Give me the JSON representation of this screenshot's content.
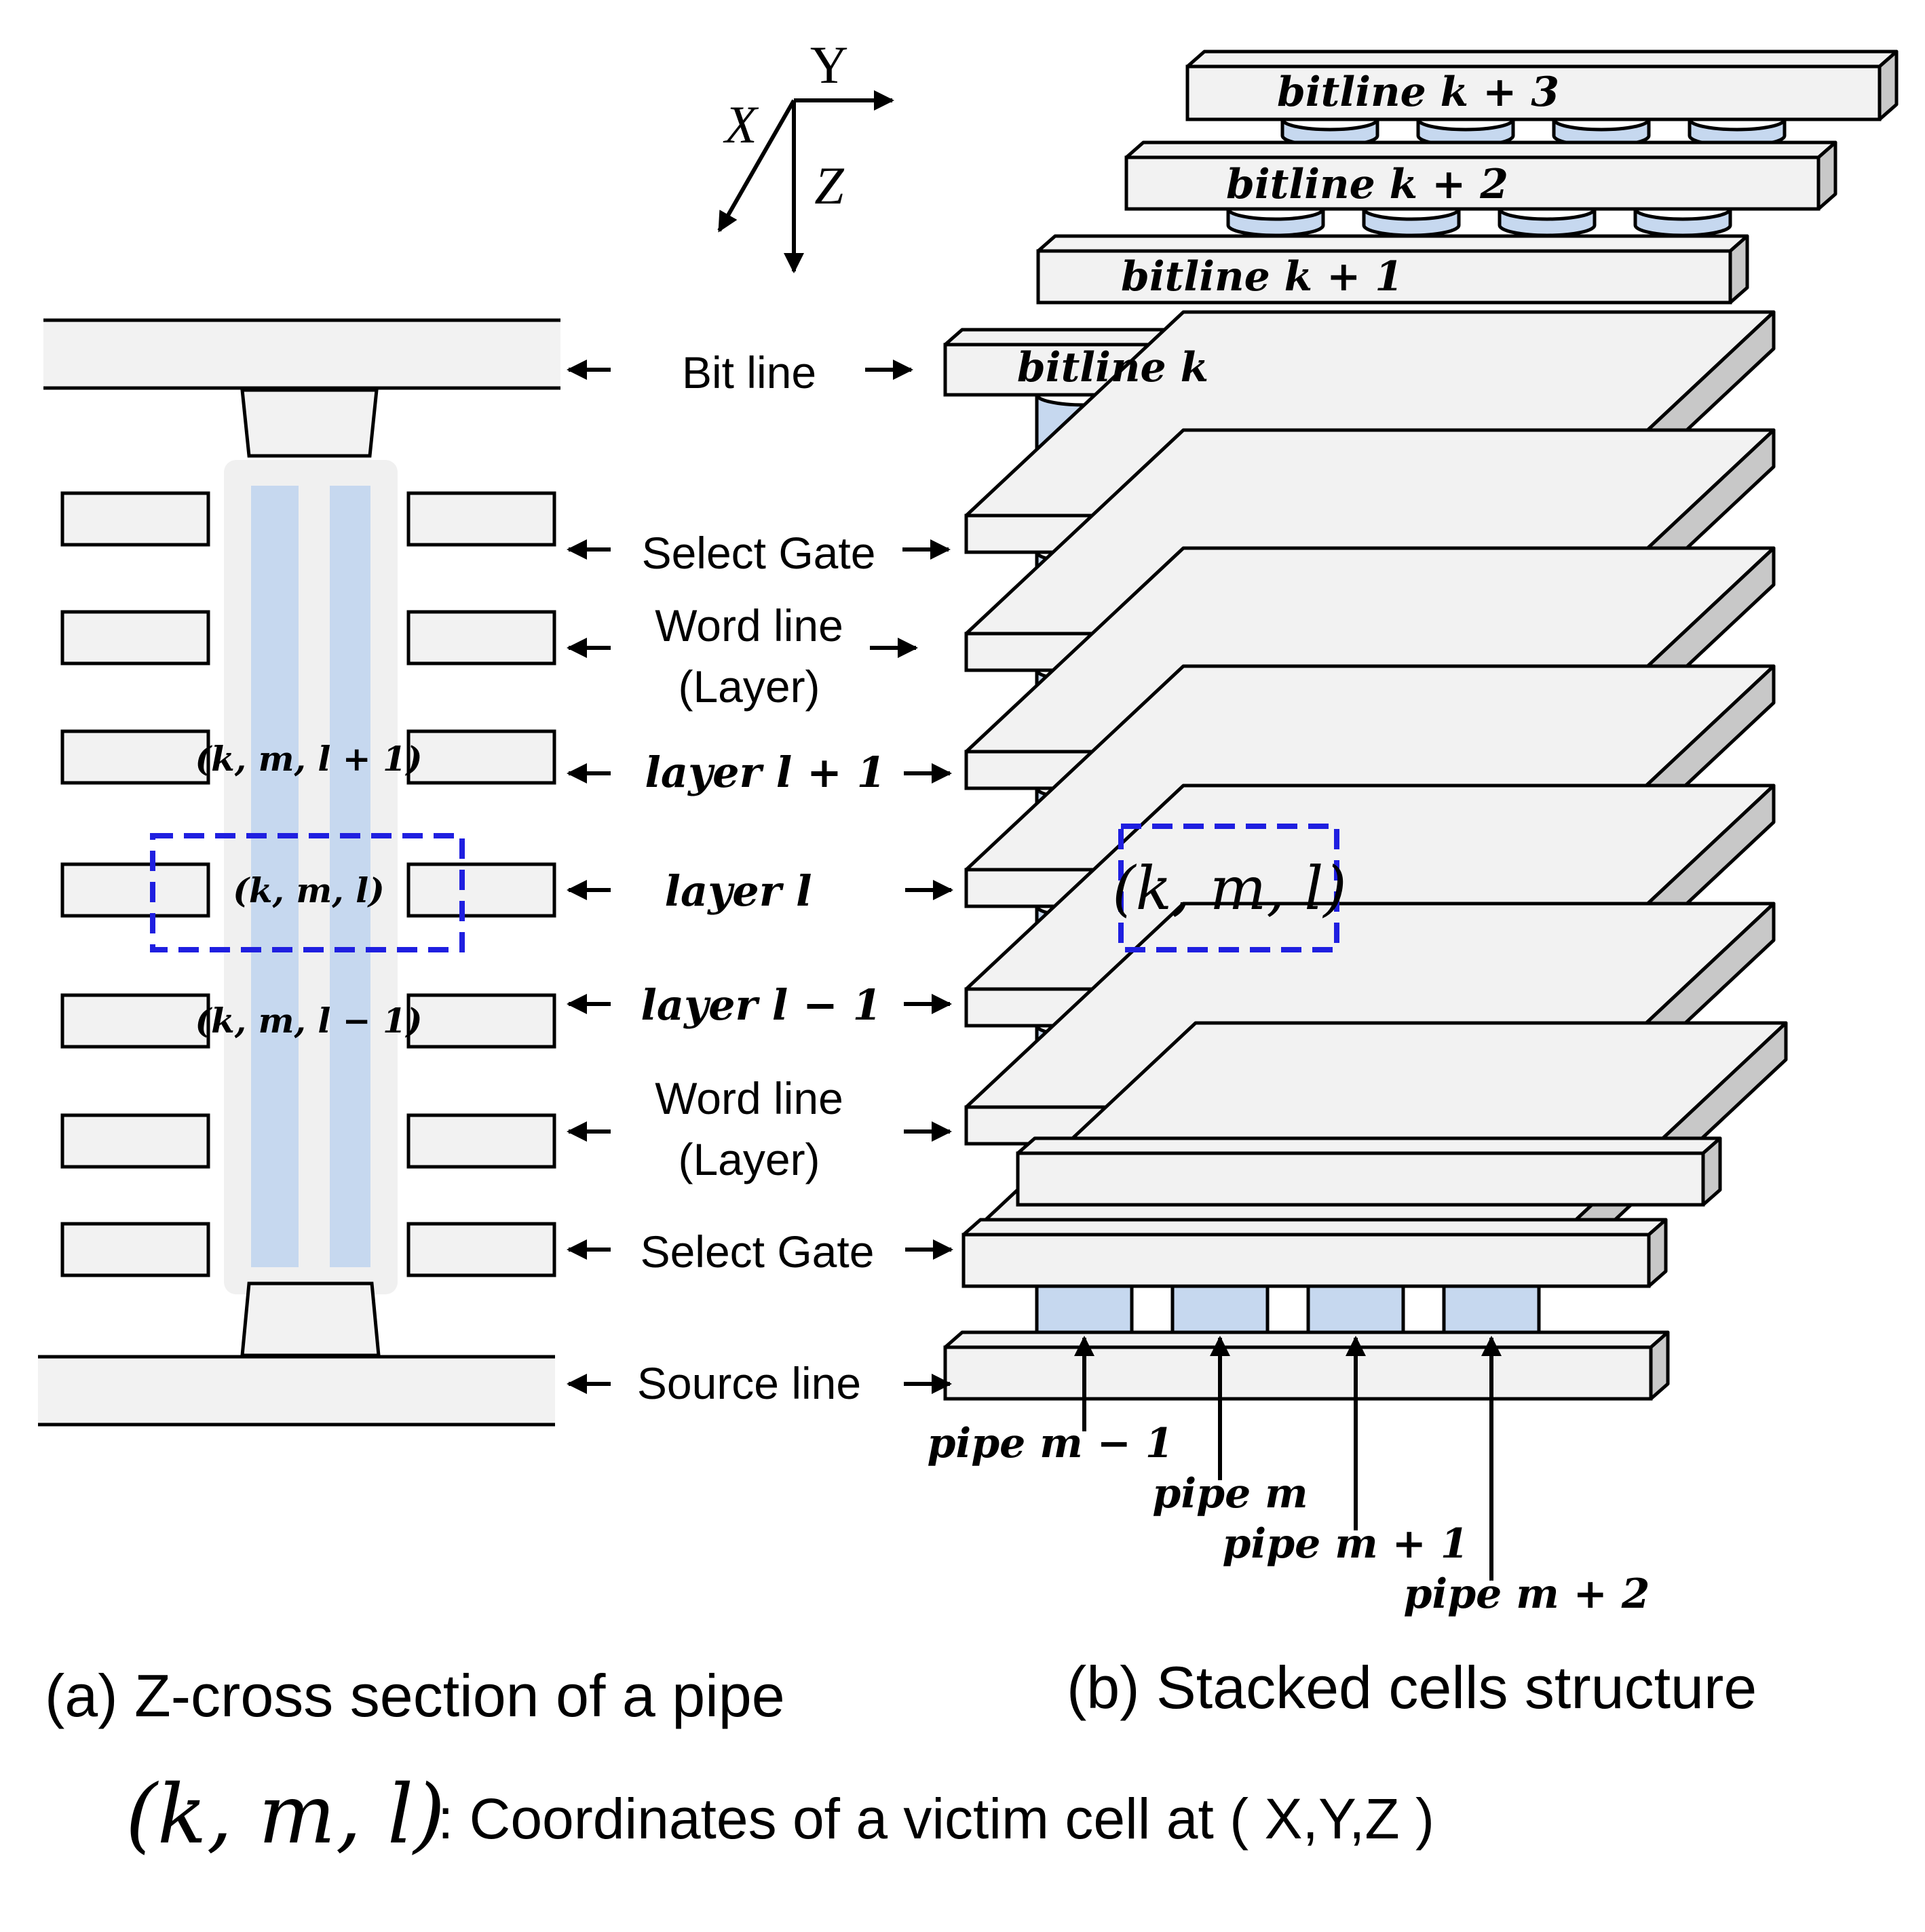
{
  "colors": {
    "plate_face": "#f2f2f2",
    "plate_side": "#c8c8c8",
    "pipe_fill": "#c6d8ef",
    "outline": "#000000",
    "highlight_box": "#1f1fe0"
  },
  "axes": {
    "y": "Y",
    "x": "X",
    "z": "Z"
  },
  "center_labels": {
    "bit_line": "Bit line",
    "select_gate_top": "Select Gate",
    "word_line_top_1": "Word line",
    "word_line_top_2": "(Layer)",
    "layer_up": "layer l + 1",
    "layer": "layer l",
    "layer_down": "layer l − 1",
    "word_line_bottom_1": "Word line",
    "word_line_bottom_2": "(Layer)",
    "select_gate_bottom": "Select Gate",
    "source_line": "Source line"
  },
  "cross_section": {
    "coord_up": "(k, m, l + 1)",
    "coord": "(k, m, l)",
    "coord_down": "(k, m, l − 1)"
  },
  "stack": {
    "bitlines": [
      "bitline k + 3",
      "bitline k + 2",
      "bitline k + 1",
      "bitline k"
    ],
    "victim": "(k, m, l)",
    "pipes": [
      "pipe m − 1",
      "pipe m",
      "pipe m + 1",
      "pipe m + 2"
    ]
  },
  "captions": {
    "a": "(a) Z-cross section of a pipe",
    "b": "(b) Stacked cells structure",
    "legend_coord": "(k, m, l)",
    "legend_text": ": Coordinates of a victim cell at ( X,Y,Z )"
  }
}
